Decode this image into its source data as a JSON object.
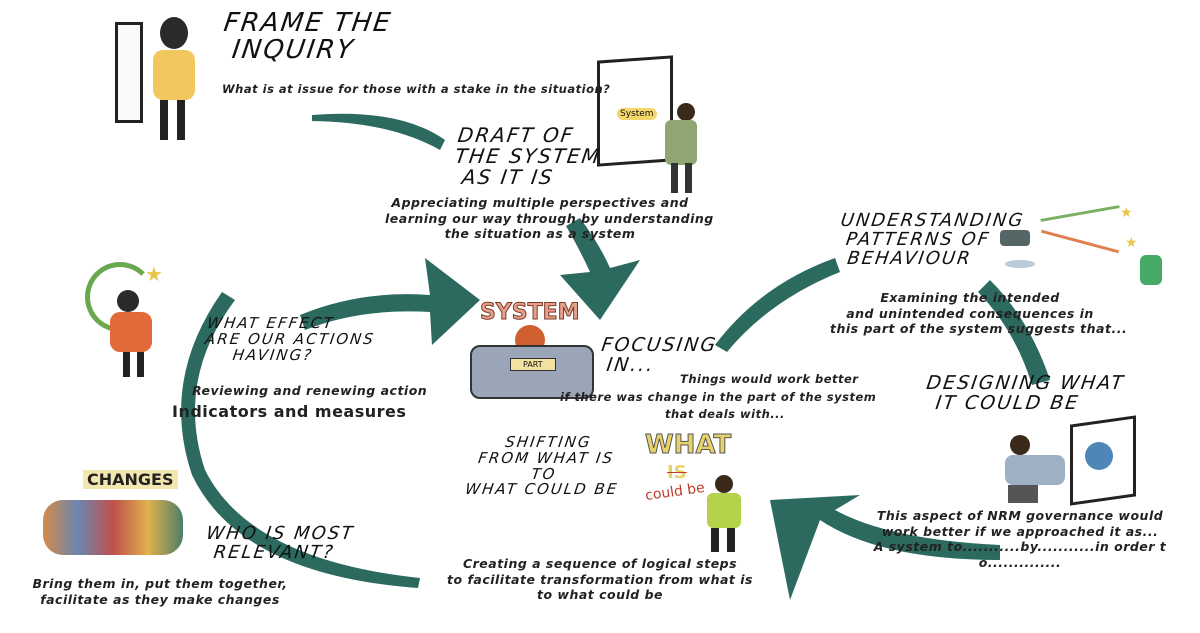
{
  "colors": {
    "arrow": "#2c6a5f",
    "accent_yellow": "#e8c64a",
    "accent_red": "#c0392b"
  },
  "steps": [
    {
      "title_lines": [
        "Frame the",
        "Inquiry"
      ],
      "description": "What is at issue for those with a stake in the situation?"
    },
    {
      "title_lines": [
        "Draft of",
        "the system",
        "as it is"
      ],
      "description_lines": [
        "Appreciating multiple perspectives and",
        "learning our way through by understanding",
        "the situation as a system"
      ]
    },
    {
      "title_lines": [
        "Understanding",
        "Patterns of",
        "Behaviour"
      ],
      "description_lines": [
        "Examining the intended",
        "and unintended consequences in",
        "this part of the system suggests that..."
      ]
    },
    {
      "title_lines": [
        "Designing what",
        "it could be"
      ],
      "description_lines": [
        "This aspect of NRM governance would",
        "work better if we approached it as...",
        "A system to...........by...........in order to.............."
      ]
    },
    {
      "title_lines": [
        "Focusing",
        "in..."
      ],
      "description_lines": [
        "Things would work better",
        "if there was change in the part of the system",
        "that deals with..."
      ]
    },
    {
      "title_lines": [
        "Shifting",
        "from what is",
        "to",
        "what could be"
      ],
      "description_lines": [
        "Creating a sequence of logical steps",
        "to facilitate transformation from what is",
        "to what could be"
      ]
    },
    {
      "title_lines": [
        "Who is most",
        "relevant?"
      ],
      "description_lines": [
        "Bring them in, put them together,",
        "facilitate as they make changes"
      ]
    },
    {
      "title_lines": [
        "What effect",
        "are our actions",
        "having?"
      ],
      "description_lines": [
        "Reviewing and renewing action",
        "Indicators and measures"
      ]
    }
  ],
  "illustration_labels": {
    "system_machine": "SYSTEM",
    "part_label": "PART",
    "whiteboard_word": "System",
    "changes_sign": "CHANGES",
    "what": "WHAT",
    "is": "IS",
    "could_be": "could be"
  }
}
